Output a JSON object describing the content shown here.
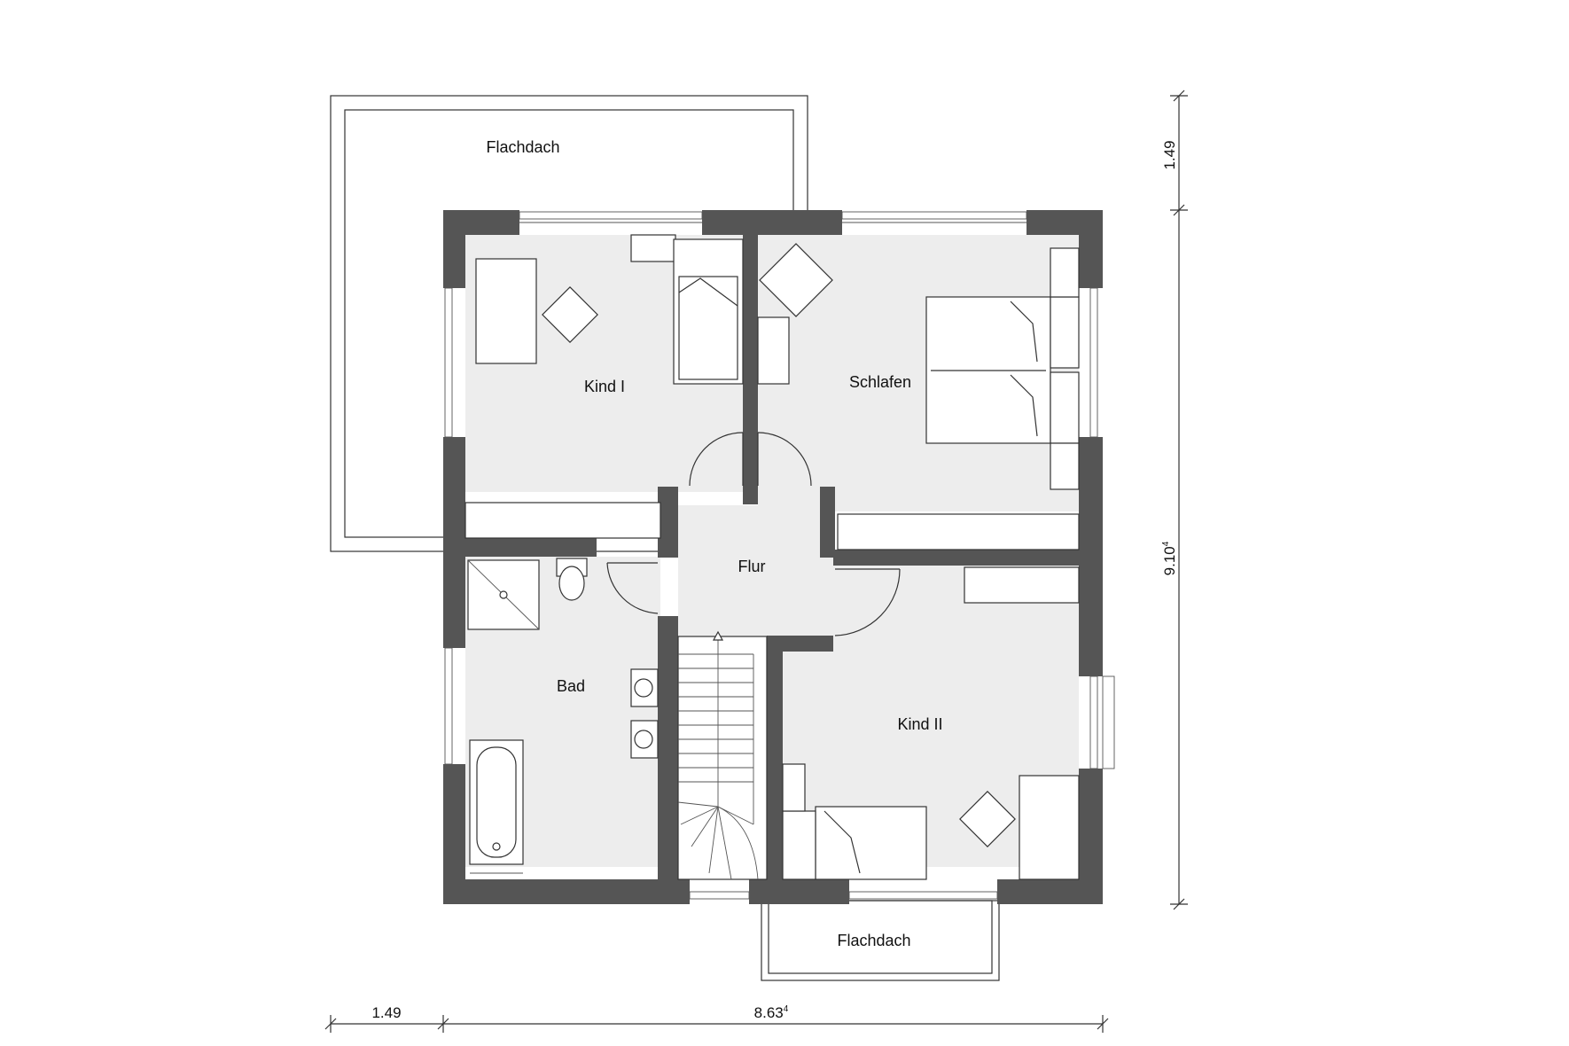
{
  "rooms": {
    "flachdach_top": "Flachdach",
    "kind1": "Kind I",
    "schlafen": "Schlafen",
    "flur": "Flur",
    "bad": "Bad",
    "kind2": "Kind II",
    "flachdach_bottom": "Flachdach"
  },
  "dimensions": {
    "right_top": "1.49",
    "right_main": "9.10",
    "right_main_sup": "4",
    "bottom_left": "1.49",
    "bottom_main": "8.63",
    "bottom_main_sup": "4"
  },
  "colors": {
    "wall": "#555555",
    "room_fill": "#ededed",
    "line": "#333333"
  }
}
